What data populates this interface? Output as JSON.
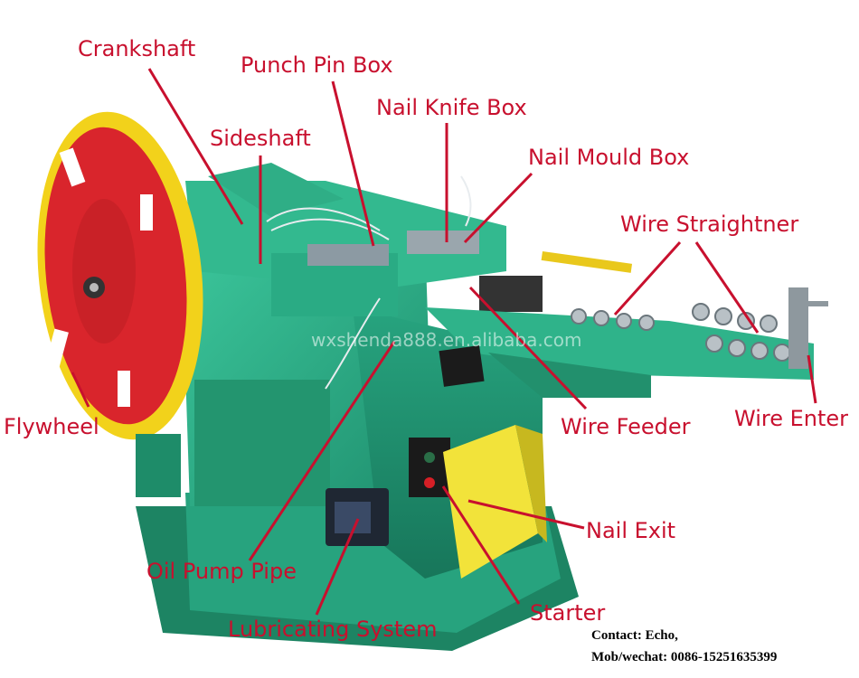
{
  "labels": {
    "crankshaft": "Crankshaft",
    "punch_pin_box": "Punch Pin Box",
    "nail_knife_box": "Nail Knife Box",
    "sideshaft": "Sideshaft",
    "nail_mould_box": "Nail Mould Box",
    "wire_straightner": "Wire Straightner",
    "flywheel": "Flywheel",
    "wire_feeder": "Wire Feeder",
    "wire_enter": "Wire Enter",
    "nail_exit": "Nail Exit",
    "oil_pump_pipe": "Oil Pump Pipe",
    "starter": "Starter",
    "lubricating_system": "Lubricating System"
  },
  "watermark": "wxshenda888.en.alibaba.com",
  "contact": {
    "name": "Contact: Echo,",
    "phone": "Mob/wechat: 0086-15251635399"
  },
  "colors": {
    "label": "#c8102e",
    "machine_green": "#2bb08a",
    "flywheel_red": "#d9252c",
    "flywheel_rim": "#f2d21b",
    "exit_yellow": "#f2e33a"
  }
}
